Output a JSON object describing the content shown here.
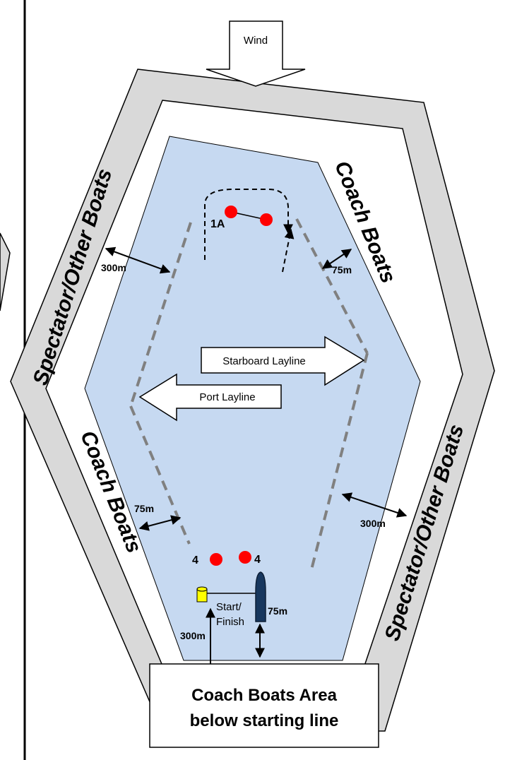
{
  "wind": {
    "label": "Wind"
  },
  "zones": {
    "spectator_left": "Spectator/Other Boats",
    "spectator_right": "Spectator/Other Boats",
    "coach_top": "Coach Boats",
    "coach_bottom": "Coach Boats"
  },
  "laylines": {
    "starboard": "Starboard Layline",
    "port": "Port Layline"
  },
  "marks": {
    "windward": "1A",
    "leeward_left": "4",
    "leeward_right": "4"
  },
  "distances": {
    "left_upper": "300m",
    "right_upper": "75m",
    "left_lower": "75m",
    "right_lower": "300m",
    "start_left": "300m",
    "start_right": "75m"
  },
  "start_finish": {
    "line1": "Start/",
    "line2": "Finish"
  },
  "coach_area": {
    "line1": "Coach Boats Area",
    "line2": "below starting line"
  },
  "colors": {
    "course_fill": "#c6d9f1",
    "outer_band": "#d9d9d9",
    "mark": "#ff0000",
    "layline_dash": "#808080",
    "pin_buoy": "#ffff00",
    "committee_boat": "#17375e"
  }
}
